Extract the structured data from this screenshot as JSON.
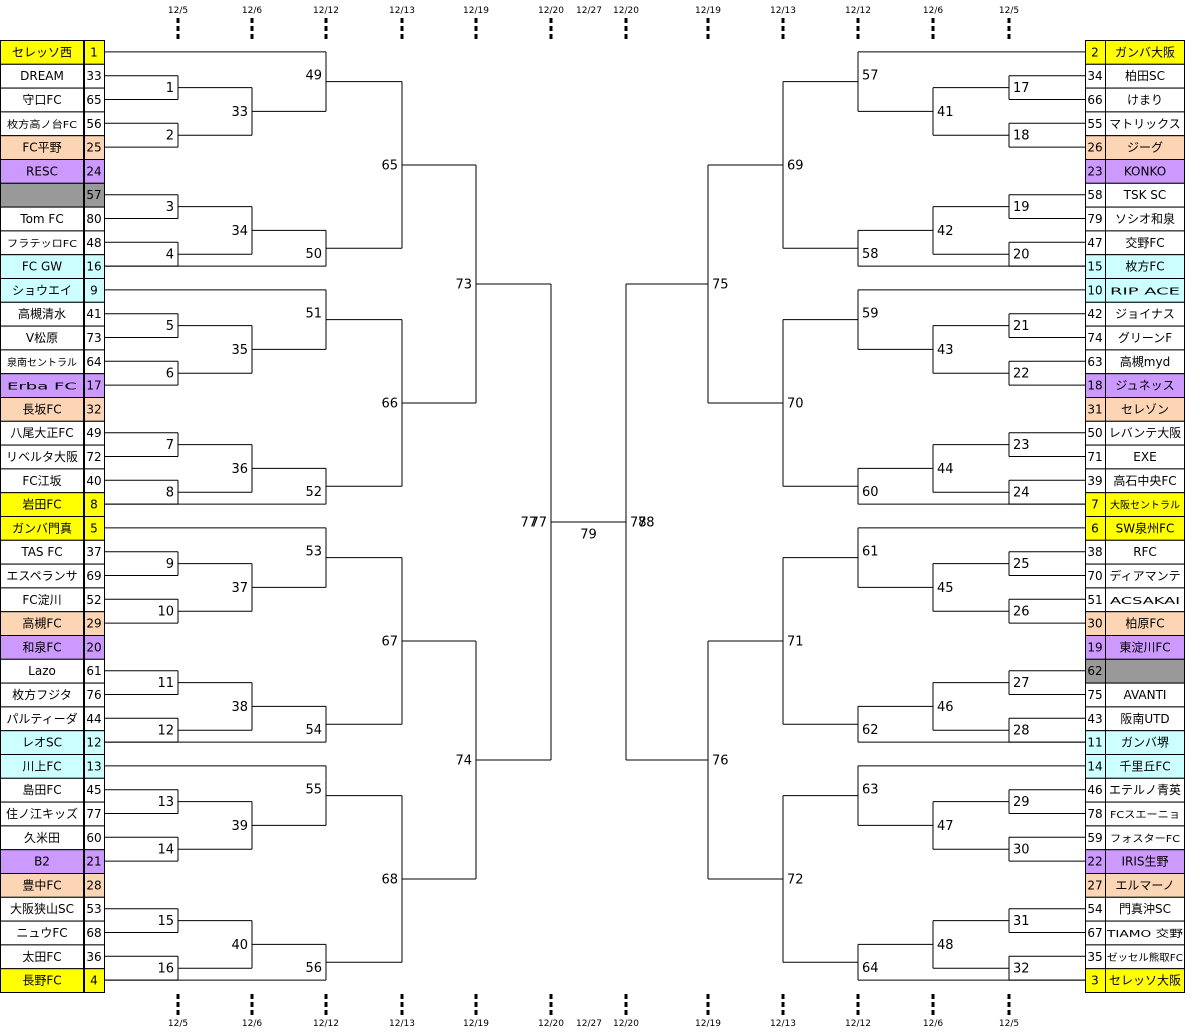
{
  "colors": {
    "yellow": "#ffff00",
    "orange": "#fcd5b4",
    "purple": "#cc99ff",
    "cyan": "#ccffff",
    "gray": "#999999",
    "white": "#ffffff"
  },
  "dates_top": [
    "12/5",
    "12/6",
    "12/12",
    "12/13",
    "12/19",
    "12/20",
    "12/27",
    "12/20",
    "12/19",
    "12/13",
    "12/12",
    "12/6",
    "12/5"
  ],
  "dates_bottom": [
    "12/5",
    "12/6",
    "12/12",
    "12/13",
    "12/19",
    "12/20",
    "12/27",
    "12/20",
    "12/19",
    "12/13",
    "12/12",
    "12/6",
    "12/5"
  ],
  "left_teams": [
    {
      "name": "セレッソ西",
      "seed": "1",
      "color": "yellow"
    },
    {
      "name": "DREAM",
      "seed": "33",
      "color": "white"
    },
    {
      "name": "守口FC",
      "seed": "65",
      "color": "white"
    },
    {
      "name": "枚方高ノ台FC",
      "seed": "56",
      "color": "white"
    },
    {
      "name": "FC平野",
      "seed": "25",
      "color": "orange"
    },
    {
      "name": "RESC",
      "seed": "24",
      "color": "purple"
    },
    {
      "name": "",
      "seed": "57",
      "color": "gray"
    },
    {
      "name": "Tom FC",
      "seed": "80",
      "color": "white"
    },
    {
      "name": "フラテッロFC",
      "seed": "48",
      "color": "white"
    },
    {
      "name": "FC GW",
      "seed": "16",
      "color": "cyan"
    },
    {
      "name": "ショウエイ",
      "seed": "9",
      "color": "cyan"
    },
    {
      "name": "高槻清水",
      "seed": "41",
      "color": "white"
    },
    {
      "name": "V松原",
      "seed": "73",
      "color": "white"
    },
    {
      "name": "泉南セントラル",
      "seed": "64",
      "color": "white"
    },
    {
      "name": "Erba FC",
      "seed": "17",
      "color": "purple"
    },
    {
      "name": "長坂FC",
      "seed": "32",
      "color": "orange"
    },
    {
      "name": "八尾大正FC",
      "seed": "49",
      "color": "white"
    },
    {
      "name": "リベルタ大阪",
      "seed": "72",
      "color": "white"
    },
    {
      "name": "FC江坂",
      "seed": "40",
      "color": "white"
    },
    {
      "name": "岩田FC",
      "seed": "8",
      "color": "yellow"
    },
    {
      "name": "ガンバ門真",
      "seed": "5",
      "color": "yellow"
    },
    {
      "name": "TAS FC",
      "seed": "37",
      "color": "white"
    },
    {
      "name": "エスペランサ",
      "seed": "69",
      "color": "white"
    },
    {
      "name": "FC淀川",
      "seed": "52",
      "color": "white"
    },
    {
      "name": "高槻FC",
      "seed": "29",
      "color": "orange"
    },
    {
      "name": "和泉FC",
      "seed": "20",
      "color": "purple"
    },
    {
      "name": "Lazo",
      "seed": "61",
      "color": "white"
    },
    {
      "name": "枚方フジタ",
      "seed": "76",
      "color": "white"
    },
    {
      "name": "パルティーダ",
      "seed": "44",
      "color": "white"
    },
    {
      "name": "レオSC",
      "seed": "12",
      "color": "cyan"
    },
    {
      "name": "川上FC",
      "seed": "13",
      "color": "cyan"
    },
    {
      "name": "島田FC",
      "seed": "45",
      "color": "white"
    },
    {
      "name": "住ノ江キッズ",
      "seed": "77",
      "color": "white"
    },
    {
      "name": "久米田",
      "seed": "60",
      "color": "white"
    },
    {
      "name": "B2",
      "seed": "21",
      "color": "purple"
    },
    {
      "name": "豊中FC",
      "seed": "28",
      "color": "orange"
    },
    {
      "name": "大阪狭山SC",
      "seed": "53",
      "color": "white"
    },
    {
      "name": "ニュウFC",
      "seed": "68",
      "color": "white"
    },
    {
      "name": "太田FC",
      "seed": "36",
      "color": "white"
    },
    {
      "name": "長野FC",
      "seed": "4",
      "color": "yellow"
    }
  ],
  "right_teams": [
    {
      "name": "ガンバ大阪",
      "seed": "2",
      "color": "yellow"
    },
    {
      "name": "柏田SC",
      "seed": "34",
      "color": "white"
    },
    {
      "name": "けまり",
      "seed": "66",
      "color": "white"
    },
    {
      "name": "マトリックス",
      "seed": "55",
      "color": "white"
    },
    {
      "name": "ジーグ",
      "seed": "26",
      "color": "orange"
    },
    {
      "name": "KONKO",
      "seed": "23",
      "color": "purple"
    },
    {
      "name": "TSK SC",
      "seed": "58",
      "color": "white"
    },
    {
      "name": "ソシオ和泉",
      "seed": "79",
      "color": "white"
    },
    {
      "name": "交野FC",
      "seed": "47",
      "color": "white"
    },
    {
      "name": "枚方FC",
      "seed": "15",
      "color": "cyan"
    },
    {
      "name": "RIP ACE",
      "seed": "10",
      "color": "cyan"
    },
    {
      "name": "ジョイナス",
      "seed": "42",
      "color": "white"
    },
    {
      "name": "グリーンF",
      "seed": "74",
      "color": "white"
    },
    {
      "name": "高槻myd",
      "seed": "63",
      "color": "white"
    },
    {
      "name": "ジュネッス",
      "seed": "18",
      "color": "purple"
    },
    {
      "name": "セレゾン",
      "seed": "31",
      "color": "orange"
    },
    {
      "name": "レバンテ大阪",
      "seed": "50",
      "color": "white"
    },
    {
      "name": "EXE",
      "seed": "71",
      "color": "white"
    },
    {
      "name": "高石中央FC",
      "seed": "39",
      "color": "white"
    },
    {
      "name": "大阪セントラル",
      "seed": "7",
      "color": "yellow"
    },
    {
      "name": "SW泉州FC",
      "seed": "6",
      "color": "yellow"
    },
    {
      "name": "RFC",
      "seed": "38",
      "color": "white"
    },
    {
      "name": "ディアマンテ",
      "seed": "70",
      "color": "white"
    },
    {
      "name": "ACSAKAI",
      "seed": "51",
      "color": "white"
    },
    {
      "name": "柏原FC",
      "seed": "30",
      "color": "orange"
    },
    {
      "name": "東淀川FC",
      "seed": "19",
      "color": "purple"
    },
    {
      "name": "",
      "seed": "62",
      "color": "gray"
    },
    {
      "name": "AVANTI",
      "seed": "75",
      "color": "white"
    },
    {
      "name": "阪南UTD",
      "seed": "43",
      "color": "white"
    },
    {
      "name": "ガンバ堺",
      "seed": "11",
      "color": "cyan"
    },
    {
      "name": "千里丘FC",
      "seed": "14",
      "color": "cyan"
    },
    {
      "name": "エテルノ青英",
      "seed": "46",
      "color": "white"
    },
    {
      "name": "FCスエーニョ",
      "seed": "78",
      "color": "white"
    },
    {
      "name": "フォスターFC",
      "seed": "59",
      "color": "white"
    },
    {
      "name": "IRIS生野",
      "seed": "22",
      "color": "purple"
    },
    {
      "name": "エルマーノ",
      "seed": "27",
      "color": "orange"
    },
    {
      "name": "門真沖SC",
      "seed": "54",
      "color": "white"
    },
    {
      "name": "TIAMO 交野",
      "seed": "67",
      "color": "white"
    },
    {
      "name": "ゼッセル熊取FC",
      "seed": "35",
      "color": "white"
    },
    {
      "name": "セレッソ大阪",
      "seed": "3",
      "color": "yellow"
    }
  ],
  "matches": {
    "left_r1": [
      "1",
      "2",
      "3",
      "4",
      "5",
      "6",
      "7",
      "8",
      "9",
      "10",
      "11",
      "12",
      "13",
      "14",
      "15",
      "16"
    ],
    "left_r2": [
      "33",
      "34",
      "35",
      "36",
      "37",
      "38",
      "39",
      "40"
    ],
    "left_r3": [
      "49",
      "50",
      "51",
      "52",
      "53",
      "54",
      "55",
      "56"
    ],
    "left_r4": [
      "65",
      "66",
      "67",
      "68"
    ],
    "left_r5": [
      "73",
      "74"
    ],
    "left_r6": "77",
    "final": "79",
    "right_r6": "78",
    "right_r5": [
      "75",
      "76"
    ],
    "right_r4": [
      "69",
      "70",
      "71",
      "72"
    ],
    "right_r3": [
      "57",
      "58",
      "59",
      "60",
      "61",
      "62",
      "63",
      "64"
    ],
    "right_r2": [
      "41",
      "42",
      "43",
      "44",
      "45",
      "46",
      "47",
      "48"
    ],
    "right_r1": [
      "17",
      "18",
      "19",
      "20",
      "21",
      "22",
      "23",
      "24",
      "25",
      "26",
      "27",
      "28",
      "29",
      "30",
      "31",
      "32"
    ]
  }
}
